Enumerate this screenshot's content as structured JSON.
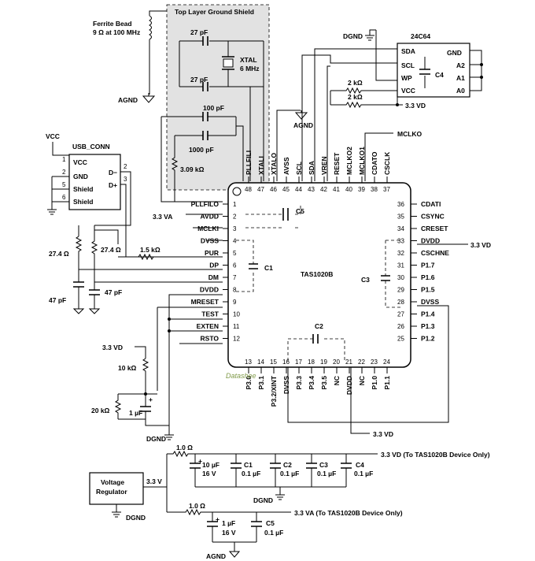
{
  "ferrite_bead": {
    "title": "Ferrite Bead",
    "spec": "9 Ω at 100 MHz"
  },
  "shield": {
    "title": "Top Layer Ground Shield"
  },
  "crystal": {
    "name": "XTAL",
    "freq": "6 MHz",
    "cap_top": "27 pF",
    "cap_bot": "27 pF"
  },
  "pll": {
    "c1": "100 pF",
    "c2": "1000 pF",
    "r": "3.09 kΩ"
  },
  "agnd": "AGND",
  "dgnd": "DGND",
  "eeprom": {
    "name": "24C64",
    "pins_left": [
      "SDA",
      "SCL",
      "WP",
      "VCC"
    ],
    "pins_right": [
      "GND",
      "A2",
      "A1",
      "A0"
    ],
    "cap": "C4",
    "r1": "2 kΩ",
    "r2": "2 kΩ",
    "v": "3.3 VD"
  },
  "mclko": "MCLKO",
  "usb": {
    "title": "USB_CONN",
    "vcc": "VCC",
    "pins": [
      {
        "n": "1",
        "name": "VCC"
      },
      {
        "n": "2",
        "name": "GND"
      },
      {
        "n": "5",
        "name": "Shield"
      },
      {
        "n": "6",
        "name": "Shield"
      },
      {
        "n": "2",
        "name": "D−"
      },
      {
        "n": "3",
        "name": "D+"
      }
    ]
  },
  "usb_parts": {
    "r1": "27.4 Ω",
    "r2": "27.4 Ω",
    "r3": "1.5 kΩ",
    "c1": "47 pF",
    "c2": "47 pF"
  },
  "ic": {
    "name": "TAS1020B",
    "top_pins": [
      {
        "n": "48",
        "name": "PLLFILI"
      },
      {
        "n": "47",
        "name": "XTALI"
      },
      {
        "n": "46",
        "name": "XTALO"
      },
      {
        "n": "45",
        "name": "AVSS"
      },
      {
        "n": "44",
        "name": "SCL"
      },
      {
        "n": "43",
        "name": "SDA"
      },
      {
        "n": "42",
        "name": "VREN"
      },
      {
        "n": "41",
        "name": "RESET"
      },
      {
        "n": "40",
        "name": "MCLKO2"
      },
      {
        "n": "39",
        "name": "MCLKO1"
      },
      {
        "n": "38",
        "name": "CDATO"
      },
      {
        "n": "37",
        "name": "CSCLK"
      }
    ],
    "left_pins": [
      {
        "n": "1",
        "name": "PLLFILO"
      },
      {
        "n": "2",
        "name": "AVDD"
      },
      {
        "n": "3",
        "name": "MCLKI"
      },
      {
        "n": "4",
        "name": "DVSS"
      },
      {
        "n": "5",
        "name": "PUR"
      },
      {
        "n": "6",
        "name": "DP"
      },
      {
        "n": "7",
        "name": "DM"
      },
      {
        "n": "8",
        "name": "DVDD"
      },
      {
        "n": "9",
        "name": "MRESET"
      },
      {
        "n": "10",
        "name": "TEST"
      },
      {
        "n": "11",
        "name": "EXTEN"
      },
      {
        "n": "12",
        "name": "RSTO"
      }
    ],
    "right_pins": [
      {
        "n": "36",
        "name": "CDATI"
      },
      {
        "n": "35",
        "name": "CSYNC"
      },
      {
        "n": "34",
        "name": "CRESET"
      },
      {
        "n": "33",
        "name": "DVDD"
      },
      {
        "n": "32",
        "name": "CSCHNE"
      },
      {
        "n": "31",
        "name": "P1.7"
      },
      {
        "n": "30",
        "name": "P1.6"
      },
      {
        "n": "29",
        "name": "P1.5"
      },
      {
        "n": "28",
        "name": "DVSS"
      },
      {
        "n": "27",
        "name": "P1.4"
      },
      {
        "n": "26",
        "name": "P1.3"
      },
      {
        "n": "25",
        "name": "P1.2"
      }
    ],
    "bottom_pins": [
      {
        "n": "13",
        "name": "P3.0"
      },
      {
        "n": "14",
        "name": "P3.1"
      },
      {
        "n": "15",
        "name": "P3.2/XINT"
      },
      {
        "n": "16",
        "name": "DVSS"
      },
      {
        "n": "17",
        "name": "P3.3"
      },
      {
        "n": "18",
        "name": "P3.4"
      },
      {
        "n": "19",
        "name": "P3.5"
      },
      {
        "n": "20",
        "name": "NC"
      },
      {
        "n": "21",
        "name": "DVDD"
      },
      {
        "n": "22",
        "name": "NC"
      },
      {
        "n": "23",
        "name": "P1.0"
      },
      {
        "n": "24",
        "name": "P1.1"
      }
    ],
    "caps": {
      "c5": "C5",
      "c1": "C1",
      "c2": "C2",
      "c3": "C3"
    }
  },
  "labels": {
    "v33a": "3.3 VA",
    "v33d": "3.3 VD",
    "v33d_right": "3.3 VD",
    "v33d_bottom": "3.3 VD",
    "v33d_left": "3.3 VD"
  },
  "reset_parts": {
    "r": "10 kΩ",
    "r2": "20 kΩ",
    "c": "1 µF"
  },
  "watermark": "Datashee",
  "power": {
    "reg_line1": "Voltage",
    "reg_line2": "Regulator",
    "reg_out": "3.3 V",
    "rd": "1.0 Ω",
    "ra": "1.0 Ω",
    "vd_label": "3.3 VD (To TAS1020B Device Only)",
    "va_label": "3.3 VA (To TAS1020B Device Only)",
    "d_caps": [
      {
        "n": "",
        "v1": "10 µF",
        "v2": "16 V"
      },
      {
        "n": "C1",
        "v1": "0.1 µF",
        "v2": ""
      },
      {
        "n": "C2",
        "v1": "0.1 µF",
        "v2": ""
      },
      {
        "n": "C3",
        "v1": "0.1 µF",
        "v2": ""
      },
      {
        "n": "C4",
        "v1": "0.1 µF",
        "v2": ""
      }
    ],
    "a_caps": [
      {
        "n": "",
        "v1": "1 µF",
        "v2": "16 V"
      },
      {
        "n": "C5",
        "v1": "0.1 µF",
        "v2": ""
      }
    ]
  }
}
